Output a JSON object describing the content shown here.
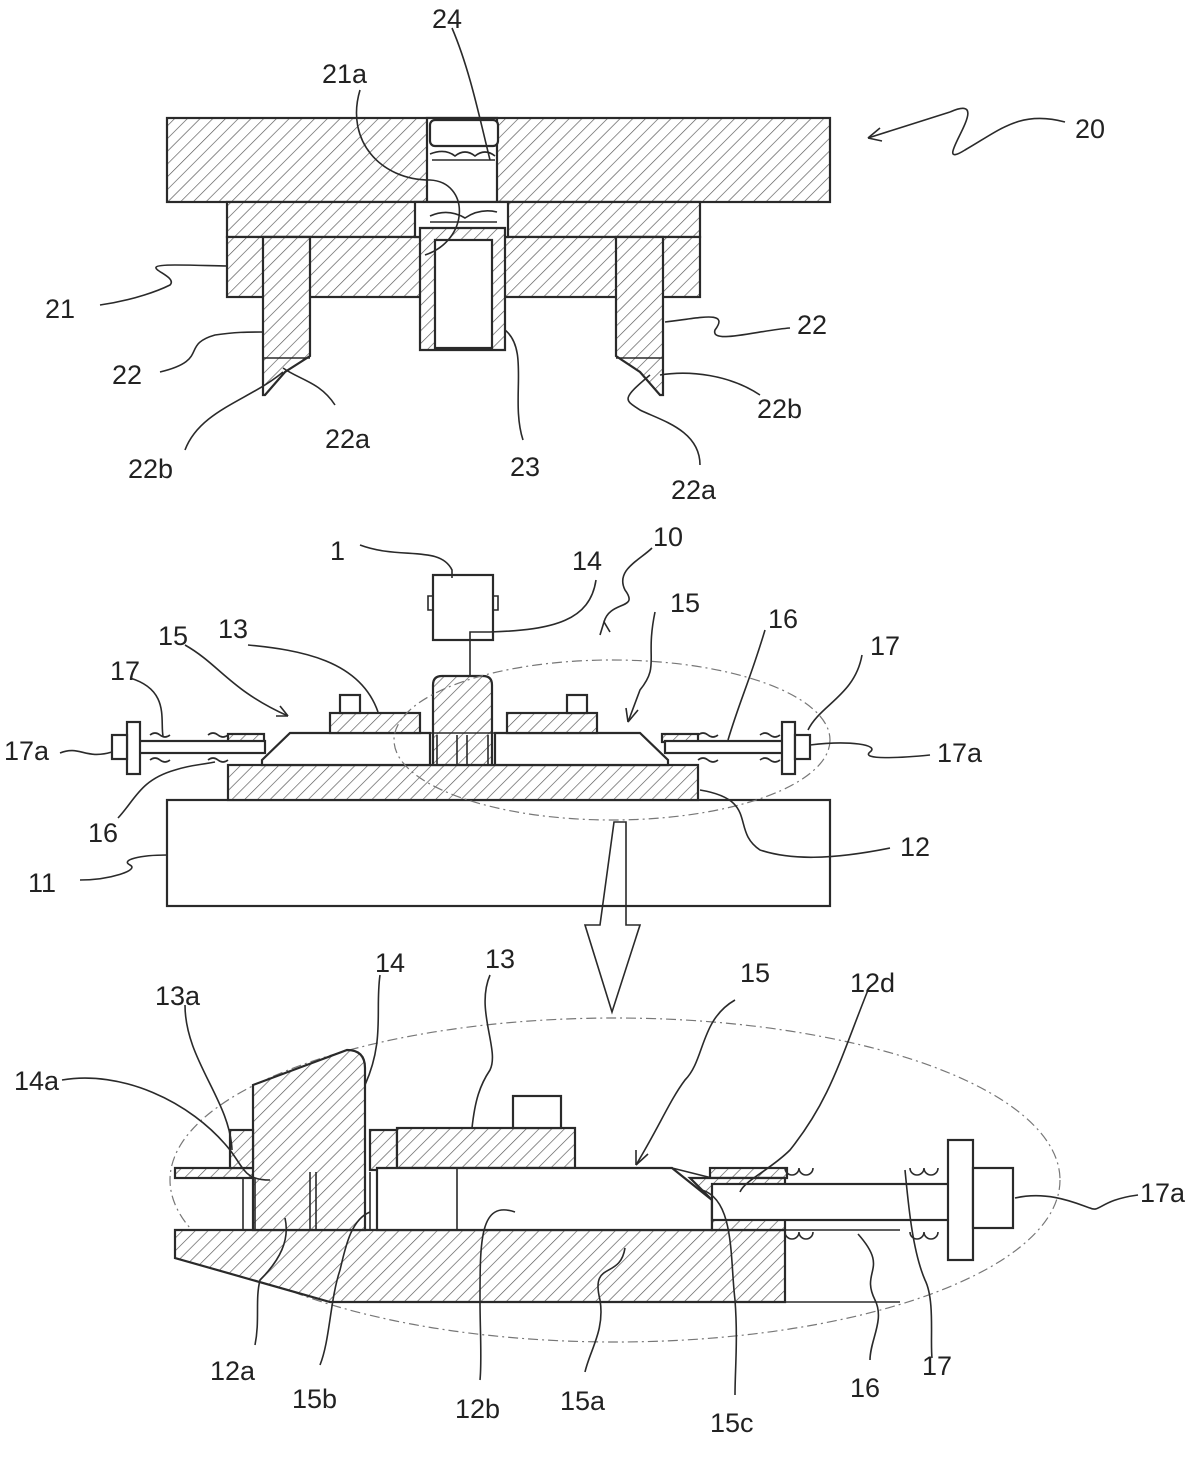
{
  "colors": {
    "line": "#2a2a2a",
    "hatch": "#555555",
    "background": "#ffffff"
  },
  "labels": {
    "n20": "20",
    "n24": "24",
    "n21a": "21a",
    "n21": "21",
    "n22_left": "22",
    "n22_right": "22",
    "n22a_left": "22a",
    "n22a_right": "22a",
    "n22b_left": "22b",
    "n22b_right": "22b",
    "n23": "23",
    "n1": "1",
    "n10": "10",
    "n14_mid": "14",
    "n15_mid_left": "15",
    "n15_mid_right": "15",
    "n13_mid": "13",
    "n16_mid_right": "16",
    "n16_mid_left": "16",
    "n17_mid_left": "17",
    "n17_mid_right": "17",
    "n17a_mid_left": "17a",
    "n17a_mid_right": "17a",
    "n11": "11",
    "n12": "12",
    "n14_det": "14",
    "n13_det": "13",
    "n13a": "13a",
    "n14a": "14a",
    "n15_det": "15",
    "n12d": "12d",
    "n17a_det": "17a",
    "n12a": "12a",
    "n15b": "15b",
    "n12b": "12b",
    "n15a": "15a",
    "n15c": "15c",
    "n16_det": "16",
    "n17_det": "17"
  }
}
